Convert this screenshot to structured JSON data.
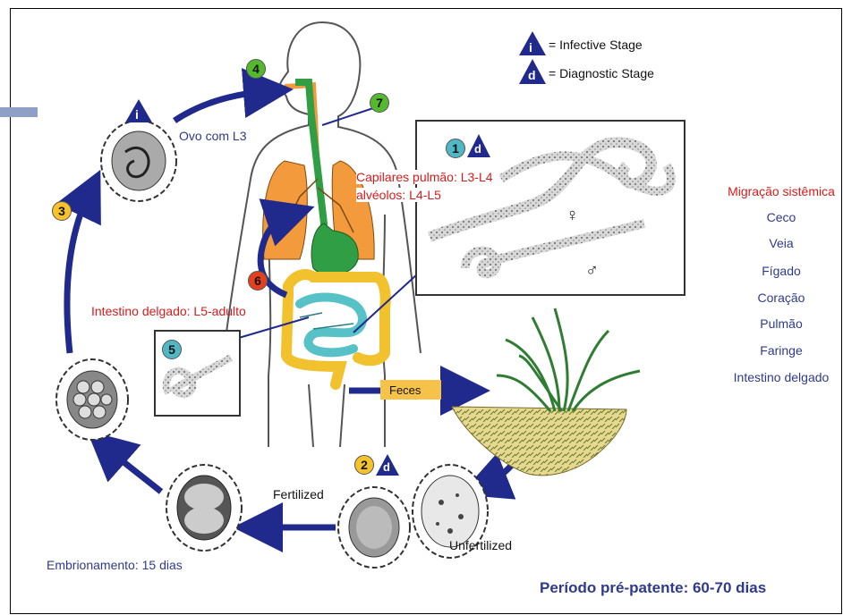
{
  "legend": {
    "infective": {
      "glyph": "i",
      "label": "= Infective Stage"
    },
    "diagnostic": {
      "glyph": "d",
      "label": "= Diagnostic Stage"
    }
  },
  "steps": {
    "s1": "1",
    "s2": "2",
    "s3": "3",
    "s4": "4",
    "s5": "5",
    "s6": "6",
    "s7": "7"
  },
  "stage_glyphs": {
    "i": "i",
    "d": "d"
  },
  "labels": {
    "ovo": "Ovo com L3",
    "capilares": "Capilares pulmão: L3-L4",
    "alveolos": "alvéolos: L4-L5",
    "intestino": "Intestino delgado: L5-adulto",
    "feces": "Feces",
    "fertilized": "Fertilized",
    "unfertilized": "Unfertilized",
    "embrionamento": "Embrionamento: 15 dias",
    "periodo": "Período pré-patente: 60-70 dias",
    "female": "♀",
    "male": "♂"
  },
  "migration": {
    "title": "Migração sistêmica",
    "items": [
      "Ceco",
      "Veia",
      "Fígado",
      "Coração",
      "Pulmão",
      "Faringe",
      "Intestino delgado"
    ]
  },
  "colors": {
    "arrow": "#1f2a8c",
    "title_red": "#d81b1b",
    "text_blue": "#2f3a8c",
    "lungs": "#f39a3c",
    "stomach": "#2f9e44",
    "intestine": "#56c1c7",
    "colon": "#f2c12e",
    "feces_box": "#f6c34a",
    "green_badge": "#55b92f",
    "yellow_badge": "#f5c22b",
    "red_badge": "#e3401d",
    "teal_badge": "#4fb8c4"
  }
}
